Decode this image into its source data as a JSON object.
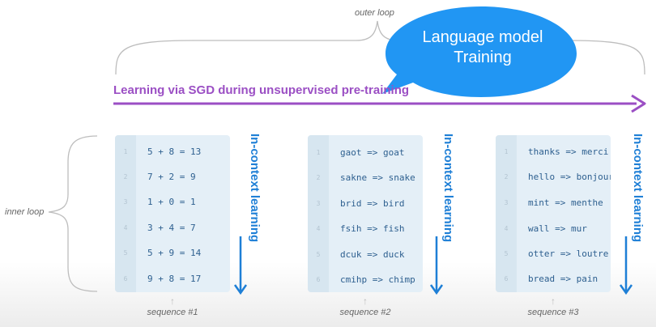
{
  "outer_loop_label": "outer loop",
  "inner_loop_label": "inner loop",
  "bubble": {
    "line1": "Language model",
    "line2": "Training"
  },
  "sgd_label": "Learning via SGD during unsupervised pre-training",
  "in_context_label": "In-context learning",
  "colors": {
    "bubble": "#2196f3",
    "purple": "#9b4fc4",
    "blue_arrow": "#1e7fd6",
    "panel": "#e4eff7",
    "code": "#2d5f8f"
  },
  "sequences": [
    {
      "label": "sequence #1",
      "lines": [
        {
          "num": "1",
          "code": "5 + 8 = 13"
        },
        {
          "num": "2",
          "code": "7 + 2 = 9"
        },
        {
          "num": "3",
          "code": "1 + 0 = 1"
        },
        {
          "num": "4",
          "code": "3 + 4 = 7"
        },
        {
          "num": "5",
          "code": "5 + 9 = 14"
        },
        {
          "num": "6",
          "code": "9 + 8 = 17"
        }
      ]
    },
    {
      "label": "sequence #2",
      "lines": [
        {
          "num": "1",
          "code": "gaot => goat"
        },
        {
          "num": "2",
          "code": "sakne => snake"
        },
        {
          "num": "3",
          "code": "brid => bird"
        },
        {
          "num": "4",
          "code": "fsih => fish"
        },
        {
          "num": "5",
          "code": "dcuk => duck"
        },
        {
          "num": "6",
          "code": "cmihp => chimp"
        }
      ]
    },
    {
      "label": "sequence #3",
      "lines": [
        {
          "num": "1",
          "code": "thanks => merci"
        },
        {
          "num": "2",
          "code": "hello => bonjour"
        },
        {
          "num": "3",
          "code": "mint => menthe"
        },
        {
          "num": "4",
          "code": "wall => mur"
        },
        {
          "num": "5",
          "code": "otter => loutre"
        },
        {
          "num": "6",
          "code": "bread => pain"
        }
      ]
    }
  ]
}
